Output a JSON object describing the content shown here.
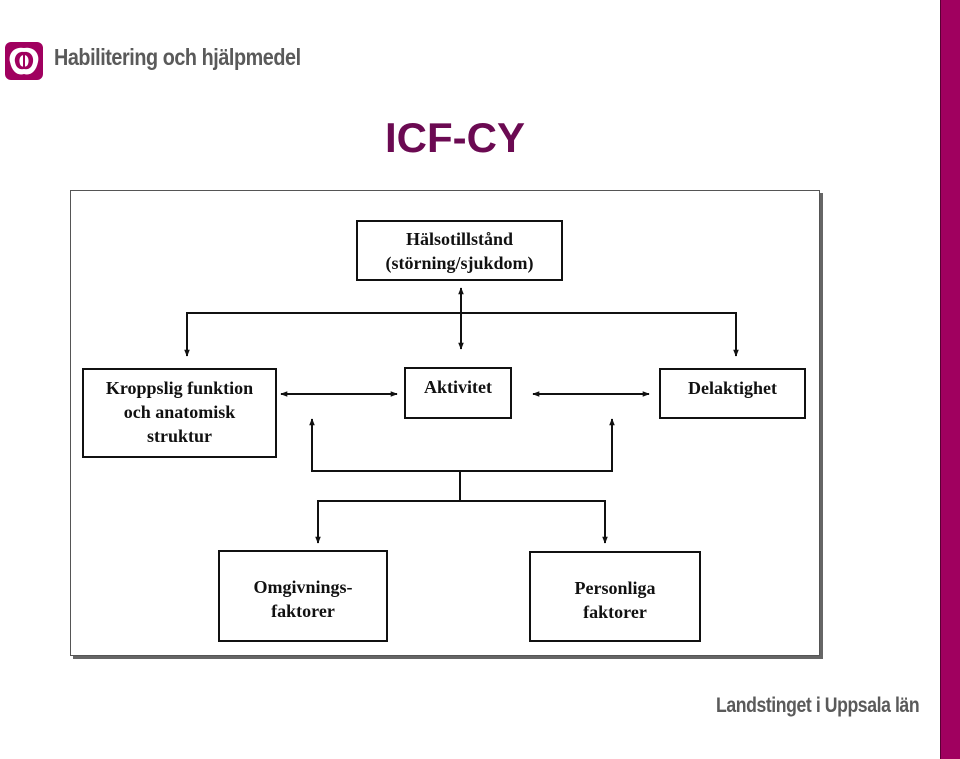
{
  "header": {
    "organization": "Habilitering och hjälpmedel",
    "logo_icon": "habilitering-logo-icon"
  },
  "slide": {
    "title": "ICF-CY"
  },
  "diagram": {
    "nodes": {
      "health": "Hälsotillstånd\n(störning/sjukdom)",
      "body": "Kroppslig funktion\noch anatomisk\nstruktur",
      "activity": "Aktivitet",
      "participation": "Delaktighet",
      "environment": "Omgivnings-\nfaktorer",
      "personal": "Personliga\nfaktorer"
    }
  },
  "footer": {
    "organization": "Landstinget i Uppsala län"
  },
  "colors": {
    "accent": "#a0005f",
    "title": "#6b0a52",
    "org_text": "#5a5a5a"
  }
}
